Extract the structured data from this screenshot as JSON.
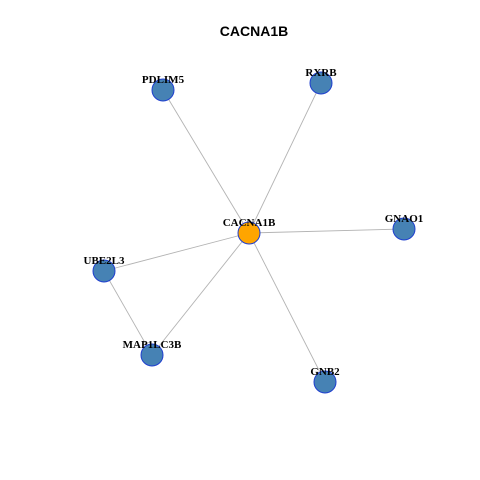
{
  "graph": {
    "title": "CACNA1B",
    "colors": {
      "hub_fill": "#ffa500",
      "node_fill": "#4682b4",
      "node_stroke": "#1f3fcf",
      "edge": "#b3b3b3"
    },
    "nodes": [
      {
        "id": "CACNA1B",
        "label": "CACNA1B",
        "role": "hub"
      },
      {
        "id": "PDLIM5",
        "label": "PDLIM5",
        "role": "neighbor"
      },
      {
        "id": "RXRB",
        "label": "RXRB",
        "role": "neighbor"
      },
      {
        "id": "GNAO1",
        "label": "GNAO1",
        "role": "neighbor"
      },
      {
        "id": "UBE2L3",
        "label": "UBE2L3",
        "role": "neighbor"
      },
      {
        "id": "MAP1LC3B",
        "label": "MAP1LC3B",
        "role": "neighbor"
      },
      {
        "id": "GNB2",
        "label": "GNB2",
        "role": "neighbor"
      }
    ],
    "edges": [
      {
        "source": "CACNA1B",
        "target": "PDLIM5"
      },
      {
        "source": "CACNA1B",
        "target": "RXRB"
      },
      {
        "source": "CACNA1B",
        "target": "GNAO1"
      },
      {
        "source": "CACNA1B",
        "target": "UBE2L3"
      },
      {
        "source": "CACNA1B",
        "target": "MAP1LC3B"
      },
      {
        "source": "CACNA1B",
        "target": "GNB2"
      },
      {
        "source": "UBE2L3",
        "target": "MAP1LC3B"
      }
    ]
  }
}
